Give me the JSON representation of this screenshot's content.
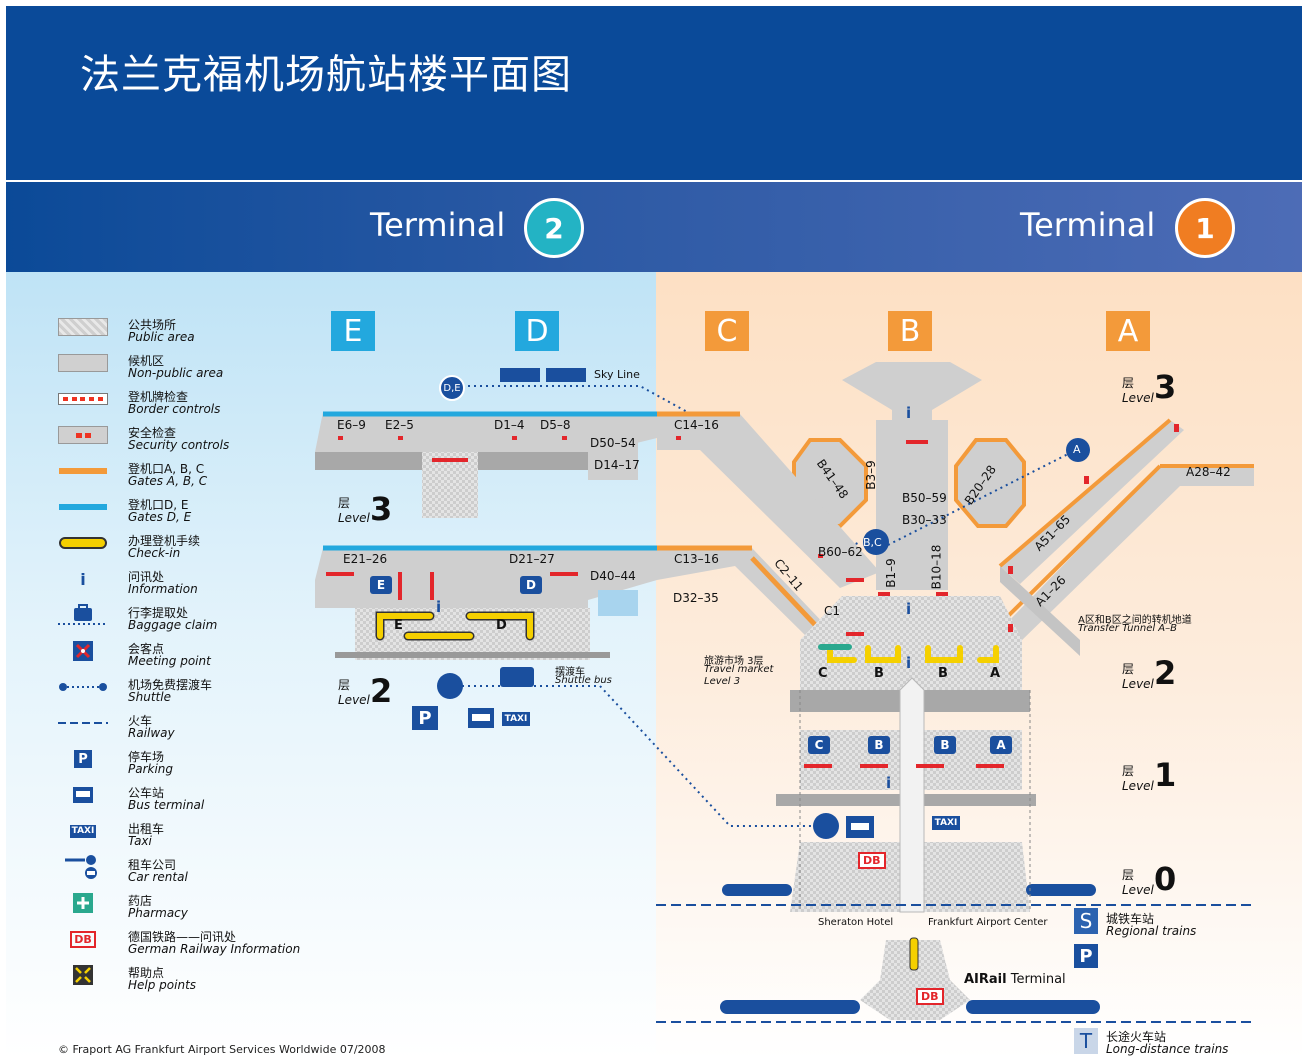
{
  "title": "法兰克福机场航站楼平面图",
  "terminals": [
    {
      "label": "Terminal",
      "number": "2",
      "color": "#23b3c4"
    },
    {
      "label": "Terminal",
      "number": "1",
      "color": "#f07d22"
    }
  ],
  "piers": [
    "E",
    "D",
    "C",
    "B",
    "A"
  ],
  "legend": [
    {
      "zh": "公共场所",
      "en": "Public area",
      "icon": "public-area-swatch"
    },
    {
      "zh": "候机区",
      "en": "Non-public area",
      "icon": "non-public-area-swatch"
    },
    {
      "zh": "登机牌检查",
      "en": "Border controls",
      "icon": "border-control-swatch"
    },
    {
      "zh": "安全检查",
      "en": "Security controls",
      "icon": "security-control-swatch"
    },
    {
      "zh": "登机口A, B, C",
      "en": "Gates A, B, C",
      "icon": "orange-gate-line"
    },
    {
      "zh": "登机口D, E",
      "en": "Gates D, E",
      "icon": "blue-gate-line"
    },
    {
      "zh": "办理登机手续",
      "en": "Check-in",
      "icon": "check-in-bar"
    },
    {
      "zh": "问讯处",
      "en": "Information",
      "icon": "info-icon"
    },
    {
      "zh": "行李提取处",
      "en": "Baggage claim",
      "icon": "baggage-icon"
    },
    {
      "zh": "会客点",
      "en": "Meeting point",
      "icon": "meeting-point-icon"
    },
    {
      "zh": "机场免费摆渡车",
      "en": "Shuttle",
      "icon": "shuttle-line-icon"
    },
    {
      "zh": "火车",
      "en": "Railway",
      "icon": "railway-dashed-icon"
    },
    {
      "zh": "停车场",
      "en": "Parking",
      "icon": "parking-icon"
    },
    {
      "zh": "公车站",
      "en": "Bus terminal",
      "icon": "bus-icon"
    },
    {
      "zh": "出租车",
      "en": "Taxi",
      "icon": "taxi-icon"
    },
    {
      "zh": "租车公司",
      "en": "Car rental",
      "icon": "car-rental-icon"
    },
    {
      "zh": "药店",
      "en": "Pharmacy",
      "icon": "pharmacy-icon"
    },
    {
      "zh": "德国铁路——问讯处",
      "en": "German Railway Information",
      "icon": "db-icon"
    },
    {
      "zh": "帮助点",
      "en": "Help points",
      "icon": "help-point-icon"
    }
  ],
  "icons": {
    "info": "i",
    "parking": "P",
    "taxi": "TAXI",
    "db": "DB",
    "s": "S",
    "t": "T"
  },
  "gates": {
    "e6_9": "E6–9",
    "e2_5": "E2–5",
    "d1_4": "D1–4",
    "d5_8": "D5–8",
    "d50_54": "D50–54",
    "d14_17": "D14–17",
    "e21_26": "E21–26",
    "d21_27": "D21–27",
    "d40_44": "D40–44",
    "d32_35": "D32–35",
    "c14_16": "C14–16",
    "c13_16": "C13–16",
    "c2_11": "C2–11",
    "c1": "C1",
    "b41_48": "B41–48",
    "b3_9": "B3–9",
    "b50_59": "B50–59",
    "b30_33": "B30–33",
    "b20_28": "B20–28",
    "b60_62": "B60–62",
    "b1_9": "B1–9",
    "b10_18": "B10–18",
    "a51_65": "A51–65",
    "a1_26": "A1–26",
    "a28_42": "A28–42"
  },
  "levels": {
    "word": "Level",
    "zh": "层",
    "t2_upper": "3",
    "t2_lower": "2",
    "t1_3": "3",
    "t1_2": "2",
    "t1_1": "1",
    "t1_0": "0"
  },
  "labels": {
    "sky_line": "Sky Line",
    "shuttle_zh": "摆渡车",
    "shuttle_en": "Shuttle bus",
    "de_stop": "D,E",
    "bc_stop": "B,C",
    "a_stop": "A",
    "tunnel_zh": "A区和B区之间的转机地道",
    "tunnel_en": "Transfer Tunnel A–B",
    "market_zh": "旅游市场 3层",
    "market_en1": "Travel market",
    "market_en2": "Level 3",
    "checkin_c": "C",
    "checkin_b1": "B",
    "checkin_b2": "B",
    "checkin_a": "A",
    "checkin_e": "E",
    "checkin_d": "D",
    "bag_c": "C",
    "bag_b1": "B",
    "bag_b2": "B",
    "bag_a": "A",
    "bag_e": "E",
    "bag_d": "D",
    "sheraton": "Sheraton Hotel",
    "fac": "Frankfurt Airport Center",
    "regional_zh": "城铁车站",
    "regional_en": "Regional trains",
    "longdist_zh": "长途火车站",
    "longdist_en": "Long-distance trains",
    "airail_bold": "AIRail",
    "airail_rest": " Terminal"
  },
  "footer": "© Fraport AG   Frankfurt Airport Services Worldwide   07/2008",
  "colors": {
    "header": "#0a4a99",
    "orange": "#f39a3a",
    "blue_gate": "#23a8de",
    "checkin": "#f5d000",
    "red": "#e3262b",
    "navy": "#1a4f9e"
  }
}
